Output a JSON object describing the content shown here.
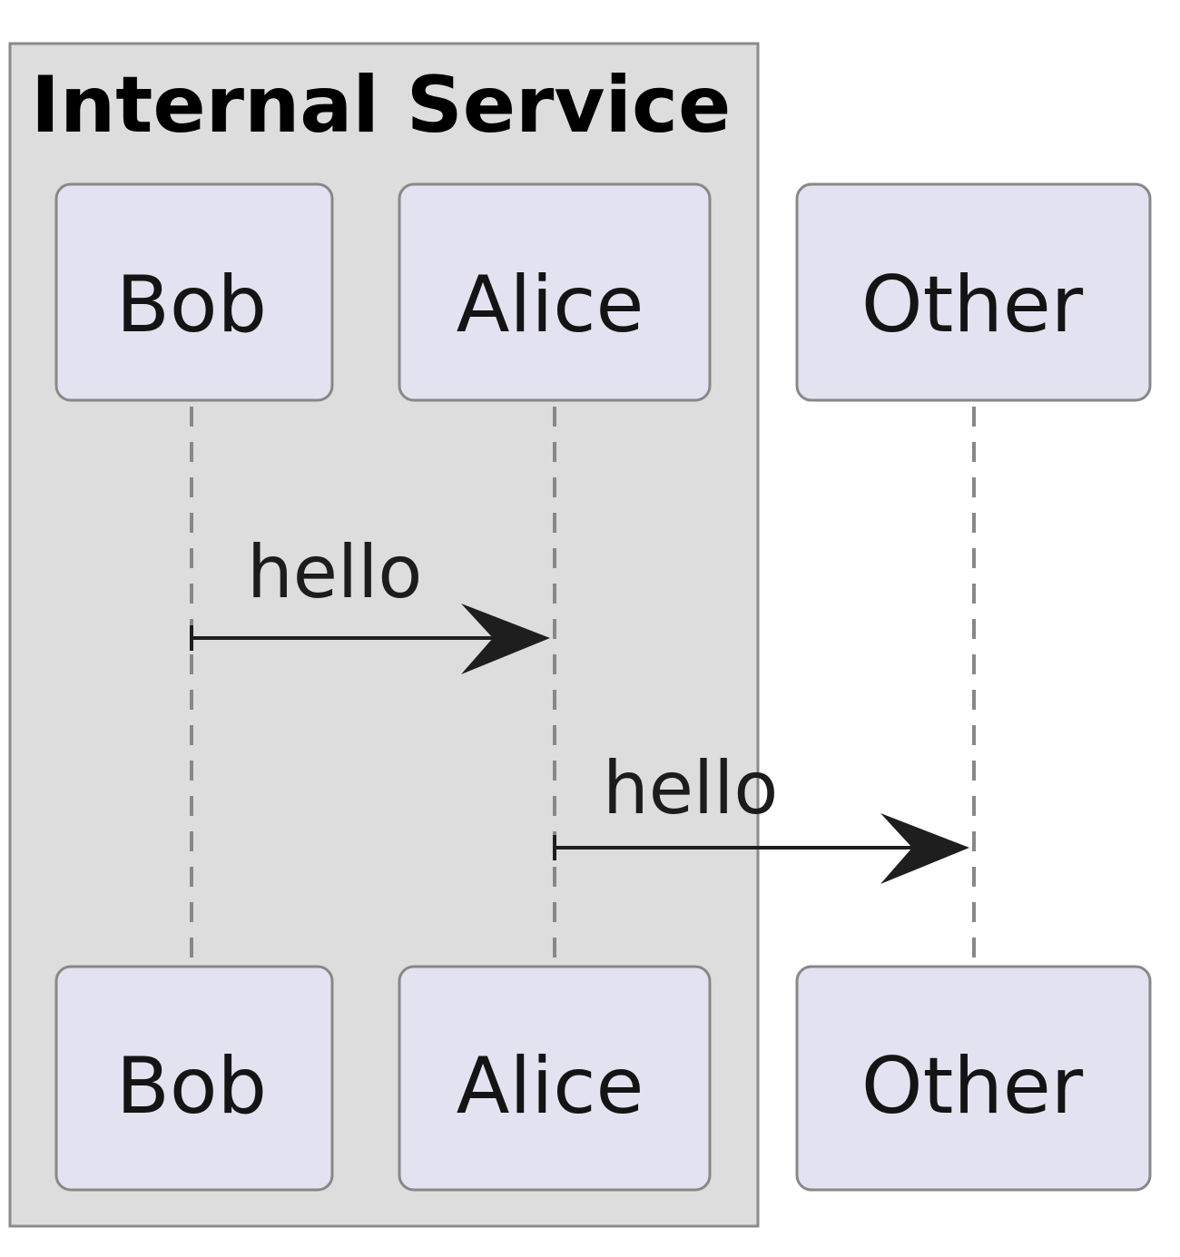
{
  "group": {
    "title": "Internal Service",
    "fill": "#dddddd",
    "stroke": "#8a8a8a"
  },
  "participants": [
    {
      "id": "bob",
      "label": "Bob"
    },
    {
      "id": "alice",
      "label": "Alice"
    },
    {
      "id": "other",
      "label": "Other"
    }
  ],
  "messages": [
    {
      "from": "bob",
      "to": "alice",
      "label": "hello"
    },
    {
      "from": "alice",
      "to": "other",
      "label": "hello"
    }
  ],
  "colors": {
    "participant_fill": "#e2e2f0",
    "participant_stroke": "#888888",
    "lifeline": "#888888",
    "arrow": "#1e1e1e"
  }
}
